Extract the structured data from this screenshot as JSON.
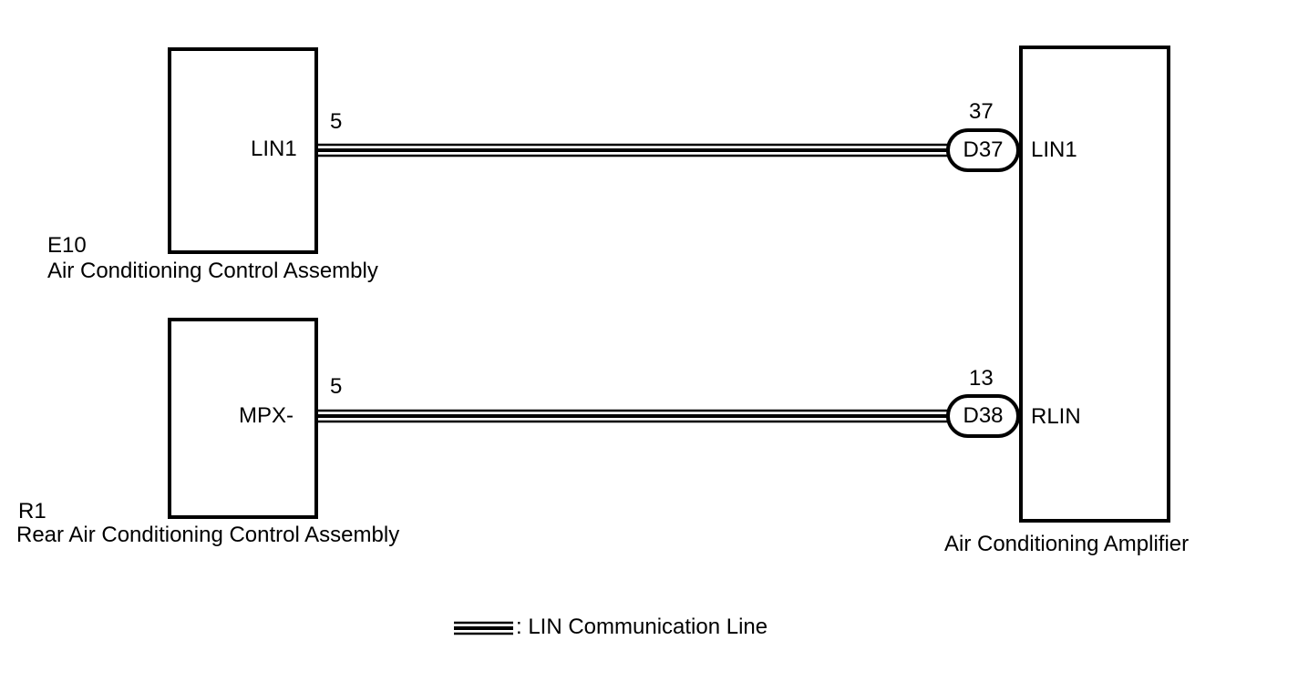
{
  "components": {
    "e10": {
      "code": "E10",
      "name": "Air Conditioning Control Assembly",
      "pin_name": "LIN1",
      "pin_number": "5"
    },
    "r1": {
      "code": "R1",
      "name": "Rear Air Conditioning Control Assembly",
      "pin_name": "MPX-",
      "pin_number": "5"
    },
    "amplifier": {
      "name": "Air Conditioning Amplifier",
      "connectors": [
        {
          "connector": "D37",
          "pin_number": "37",
          "pin_name": "LIN1"
        },
        {
          "connector": "D38",
          "pin_number": "13",
          "pin_name": "RLIN"
        }
      ]
    }
  },
  "legend": {
    "label": ": LIN Communication Line"
  }
}
